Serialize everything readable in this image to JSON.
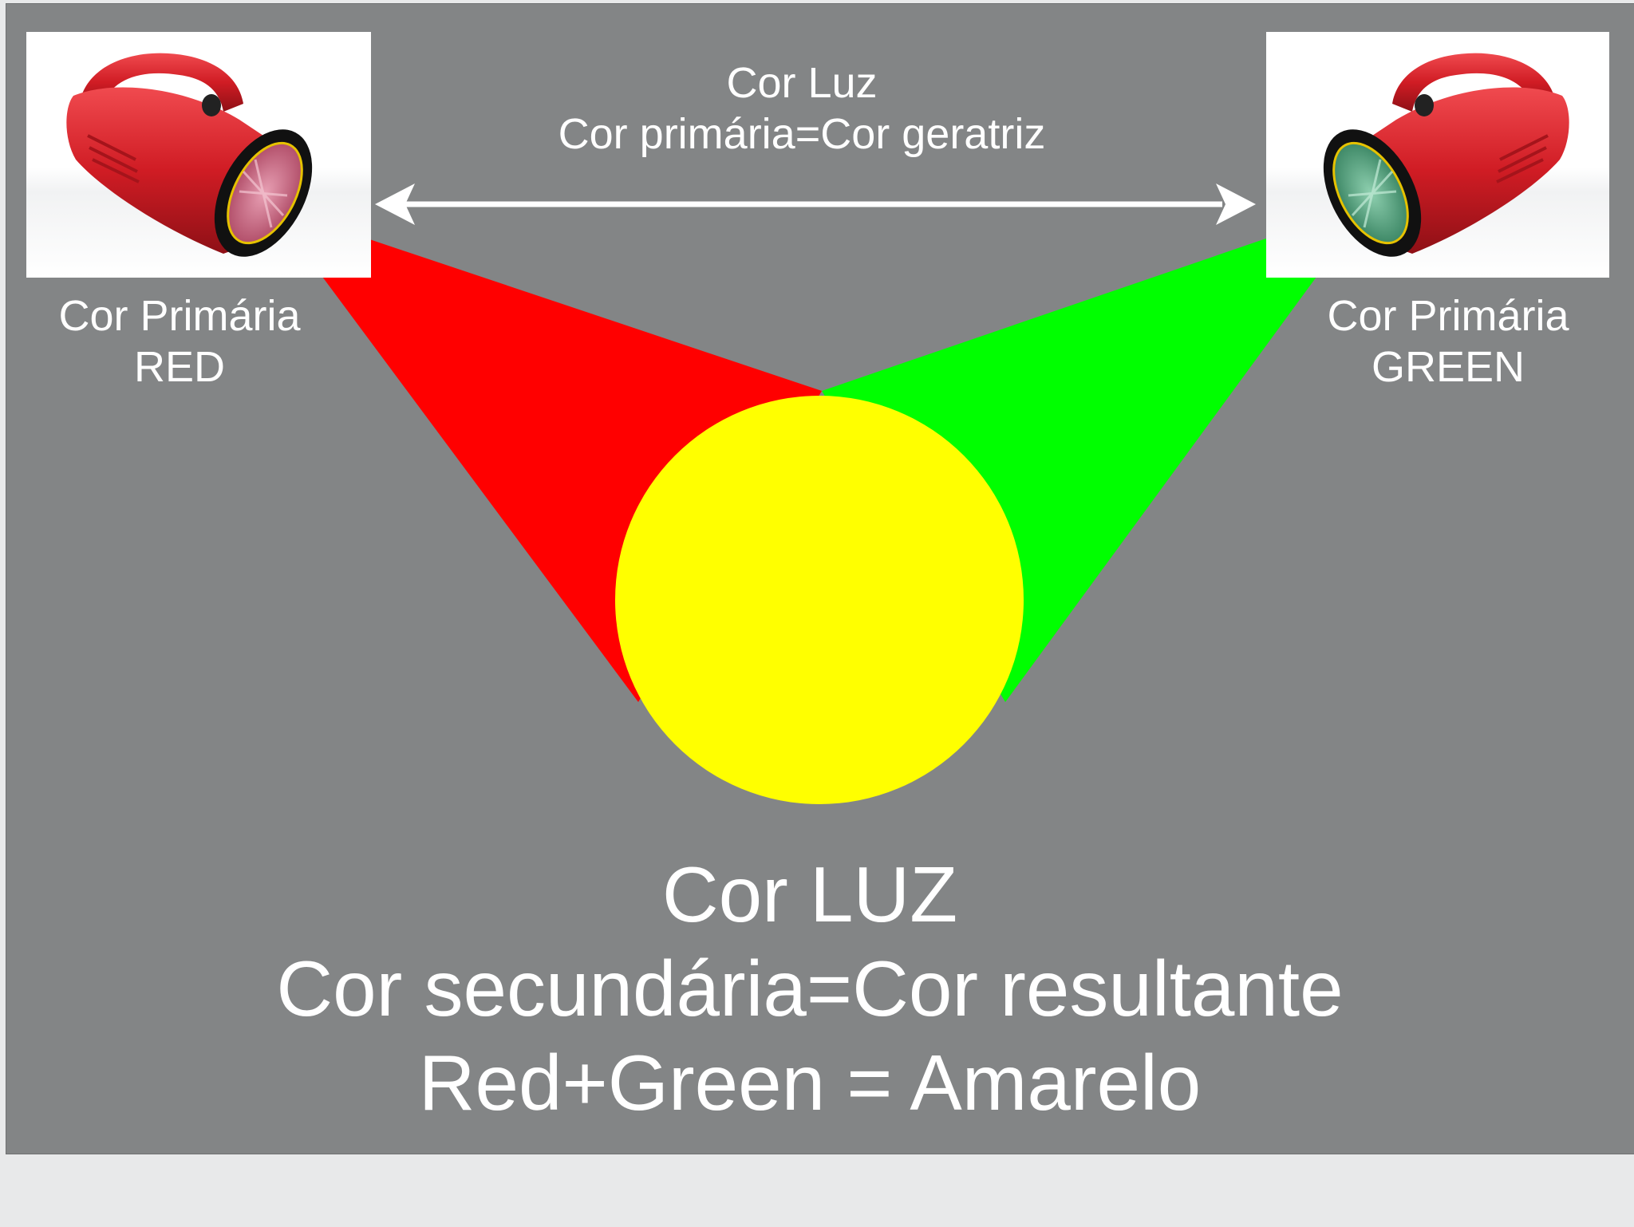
{
  "top": {
    "line1": "Cor Luz",
    "line2": "Cor primária=Cor geratriz"
  },
  "left_light": {
    "line1": "Cor Primária",
    "line2": "RED",
    "beam_color": "#ff0000",
    "lens_color": "#c0607a"
  },
  "right_light": {
    "line1": "Cor Primária",
    "line2": "GREEN",
    "beam_color": "#00ff00",
    "lens_color": "#4f9a7a"
  },
  "mix": {
    "color": "#ffff00"
  },
  "bottom": {
    "line1": "Cor LUZ",
    "line2": "Cor secundária=Cor resultante",
    "line3": "Red+Green = Amarelo"
  },
  "colors": {
    "slide_background": "#838586",
    "page_background": "#e8e9ea",
    "text": "#ffffff",
    "flashlight_body": "#d01c24"
  },
  "icons": {
    "left": "red-flashlight-icon",
    "right": "red-flashlight-icon",
    "connector": "double-arrow-icon"
  }
}
